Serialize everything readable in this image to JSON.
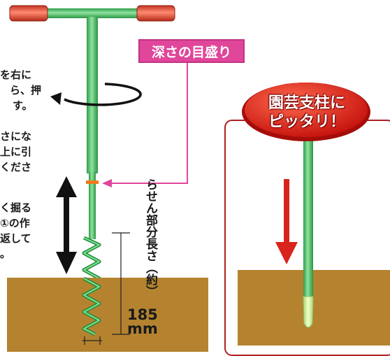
{
  "instructions": {
    "block1": [
      "を右に",
      "ら、押",
      "す。"
    ],
    "block2": [
      "さにな",
      "上に引",
      "くださ"
    ],
    "block3": [
      "く掘る",
      "①の作",
      "返して",
      "。"
    ]
  },
  "depth_scale_label": "深さの目盛り",
  "spiral_length": {
    "label": "らせん部分長さ（約）",
    "value": "185",
    "unit": "mm"
  },
  "badge": {
    "line1": "園芸支柱に",
    "line2": "ピッタリ！"
  },
  "colors": {
    "shaft": "#3dbd5d",
    "handle": "#e8503a",
    "soil": "#b5832f",
    "pink": "#e0469a",
    "frame": "#b02020",
    "arrow_red": "#d8241c",
    "badge_red": "#e5241b"
  }
}
